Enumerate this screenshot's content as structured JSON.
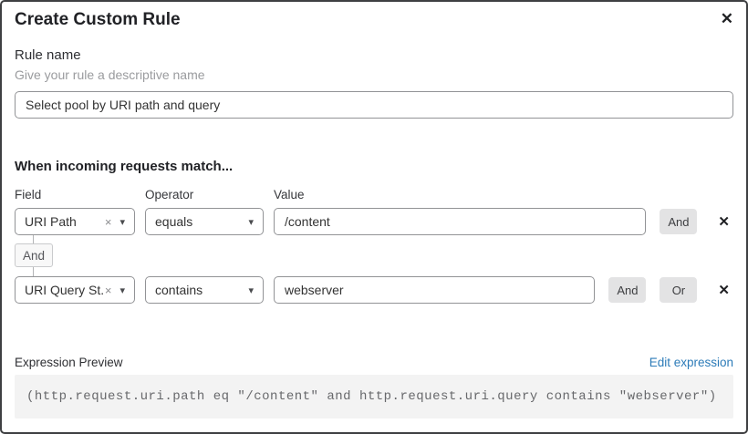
{
  "dialog": {
    "title": "Create Custom Rule"
  },
  "icons": {
    "close": "✕",
    "clear": "×",
    "caret": "▾",
    "delete": "✕"
  },
  "rule_name": {
    "label": "Rule name",
    "helper": "Give your rule a descriptive name",
    "value": "Select pool by URI path and query"
  },
  "matcher": {
    "heading": "When incoming requests match...",
    "columns": {
      "field": "Field",
      "operator": "Operator",
      "value": "Value"
    },
    "connector_label": "And",
    "rows": [
      {
        "field": "URI Path",
        "operator": "equals",
        "value": "/content",
        "and_label": "And"
      },
      {
        "field": "URI Query St...",
        "operator": "contains",
        "value": "webserver",
        "and_label": "And",
        "or_label": "Or"
      }
    ]
  },
  "expression": {
    "label": "Expression Preview",
    "edit_link": "Edit expression",
    "preview": "(http.request.uri.path eq \"/content\" and http.request.uri.query contains \"webserver\")"
  },
  "colors": {
    "link": "#2c7bb8",
    "logic_button_bg": "#e3e3e4",
    "code_bg": "#f3f3f3",
    "border": "#929396"
  }
}
